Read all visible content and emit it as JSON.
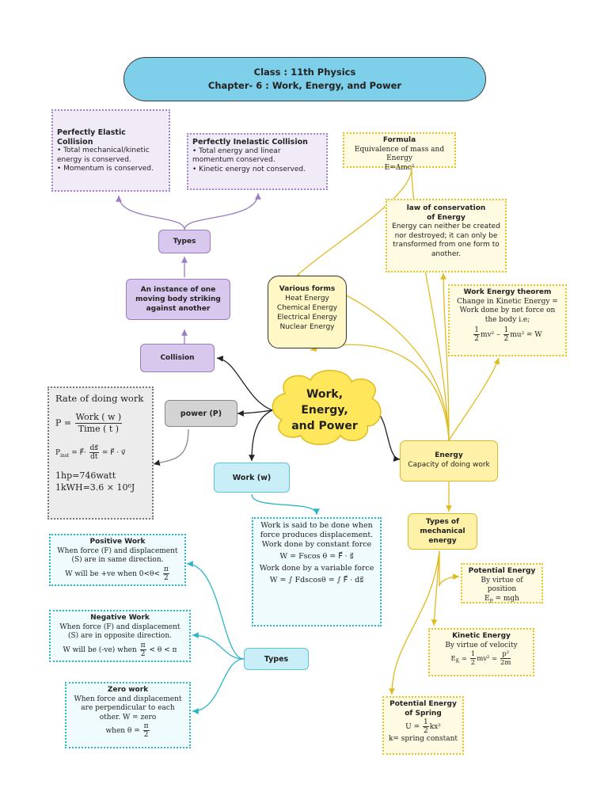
{
  "title": {
    "line1": "Class : 11th Physics",
    "line2": "Chapter- 6 : Work, Energy, and Power"
  },
  "center": {
    "l1": "Work,",
    "l2": "Energy,",
    "l3": "and Power"
  },
  "collision_branch": {
    "elastic": {
      "heading": "Perfectly Elastic Collision",
      "p1": "• Total mechanical/kinetic energy is conserved.",
      "p2": "• Momentum is conserved."
    },
    "inelastic": {
      "heading": "Perfectly Inelastic Collision",
      "p1": "• Total energy and linear momentum conserved.",
      "p2": "• Kinetic energy not conserved."
    },
    "types": "Types",
    "instance": "An instance of one moving body striking against another",
    "collision": "Collision"
  },
  "power_branch": {
    "node": "power (P)",
    "rate": "Rate of doing work",
    "p_lhs": "P  =",
    "p_num": "Work ( w )",
    "p_den": "Time ( t )",
    "inst_lhs": "P",
    "inst_sub": "inst",
    "inst_mid": "= F⃗·",
    "inst_num": "ds⃗",
    "inst_den": "dt",
    "inst_rhs": "= F⃗ · v⃗",
    "hp": "1hp=746watt",
    "kwh": "1kWH=3.6 × 10⁶J"
  },
  "work_branch": {
    "node": "Work (w)",
    "def1": "Work is said to be done when force produces displacement.",
    "def2": "Work done by constant force",
    "def3": "W = Fscos θ = F⃗ · s⃗",
    "def4": "Work done by a variable force",
    "def5": "W = ∫ Fdscosθ = ∫ F⃗ · ds⃗",
    "types": "Types",
    "positive": {
      "heading": "Positive Work",
      "t1": "When force (F) and displacement (S) are in same direction.",
      "t2": "W will be +ve when 0<θ<",
      "num": "π",
      "den": "2"
    },
    "negative": {
      "heading": "Negative Work",
      "t1": "When force (F) and displacement (S) are in opposite direction.",
      "t2": "W will be (-ve) when",
      "num": "π",
      "den": "2",
      "t3": "< θ < π"
    },
    "zero": {
      "heading": "Zero work",
      "t1": "When force and displacement are perpendicular to each other. W = zero",
      "t2": "when θ =",
      "num": "π",
      "den": "2"
    }
  },
  "energy_branch": {
    "formula": {
      "heading": "Formula",
      "t1": "Equivalence of mass and Energy",
      "t2": "E=Δmc²"
    },
    "law": {
      "heading": "law of conservation of Energy",
      "text": "Energy can neither be created nor destroyed; it can only be transformed from one form to another."
    },
    "forms": {
      "heading": "Various forms",
      "i1": "Heat Energy",
      "i2": "Chemical Energy",
      "i3": "Electrical Energy",
      "i4": "Nuclear Energy"
    },
    "theorem": {
      "heading": "Work Energy theorem",
      "text": "Change in Kinetic Energy = Work done by net force on the body  i.e;",
      "half1": "1",
      "d1": "2",
      "mv": "mv² –",
      "half2": "1",
      "d2": "2",
      "mu": "mu² = W"
    },
    "energy": {
      "heading": "Energy",
      "text": "Capacity of doing work"
    },
    "mech": "Types of mechanical energy",
    "potential": {
      "heading": "Potential Energy",
      "t1": "By virtue of position",
      "t2": "E",
      "sub": "P",
      "t3": " = mgh"
    },
    "kinetic": {
      "heading": "Kinetic Energy",
      "t1": "By virtue of velocity",
      "lhs": "E",
      "sub": "K",
      "eq": " = ",
      "n1": "1",
      "d1": "2",
      "mid": "mv² = ",
      "n2": "p²",
      "d2": "2m"
    },
    "spring": {
      "heading": "Potential Energy of Spring",
      "lhs": "U = ",
      "n": "1",
      "d": "2",
      "rhs": "kx²",
      "k": "k= spring constant"
    }
  }
}
